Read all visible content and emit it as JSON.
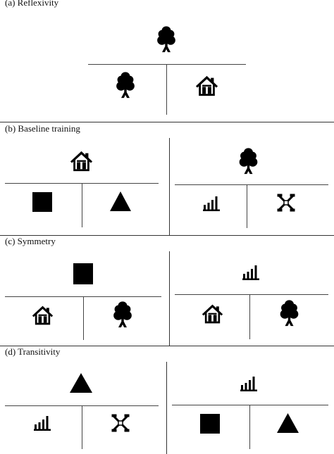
{
  "sections": [
    {
      "label": "(a) Reflexivity"
    },
    {
      "label": "(b) Baseline training"
    },
    {
      "label": "(c) Symmetry"
    },
    {
      "label": "(d) Transitivity"
    }
  ]
}
